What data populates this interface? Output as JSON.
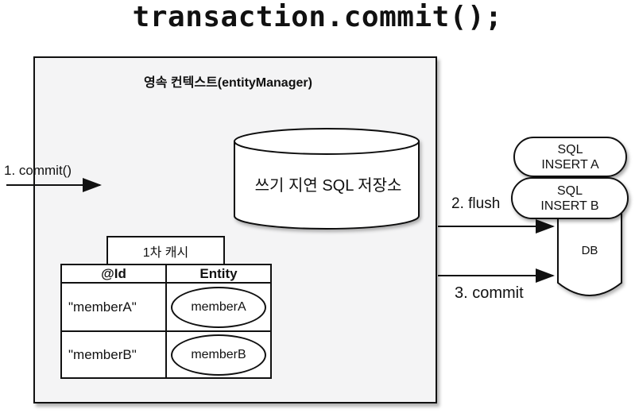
{
  "title": "transaction.commit();",
  "context": {
    "label": "영속 컨텍스트(entityManager)",
    "sql_store_label": "쓰기 지연 SQL 저장소",
    "cache": {
      "label": "1차 캐시",
      "headers": [
        "@Id",
        "Entity"
      ],
      "rows": [
        {
          "id": "\"memberA\"",
          "entity": "memberA"
        },
        {
          "id": "\"memberB\"",
          "entity": "memberB"
        }
      ]
    }
  },
  "arrows": {
    "step1": "1. commit()",
    "step2": "2. flush",
    "step3": "3. commit"
  },
  "db": {
    "label": "DB",
    "sql_boxes": [
      {
        "line1": "SQL",
        "line2": "INSERT A"
      },
      {
        "line1": "SQL",
        "line2": "INSERT B"
      }
    ]
  },
  "colors": {
    "ink": "#111111",
    "context_fill": "#f4f4f5",
    "shape_fill": "#ffffff",
    "background": "#ffffff"
  }
}
